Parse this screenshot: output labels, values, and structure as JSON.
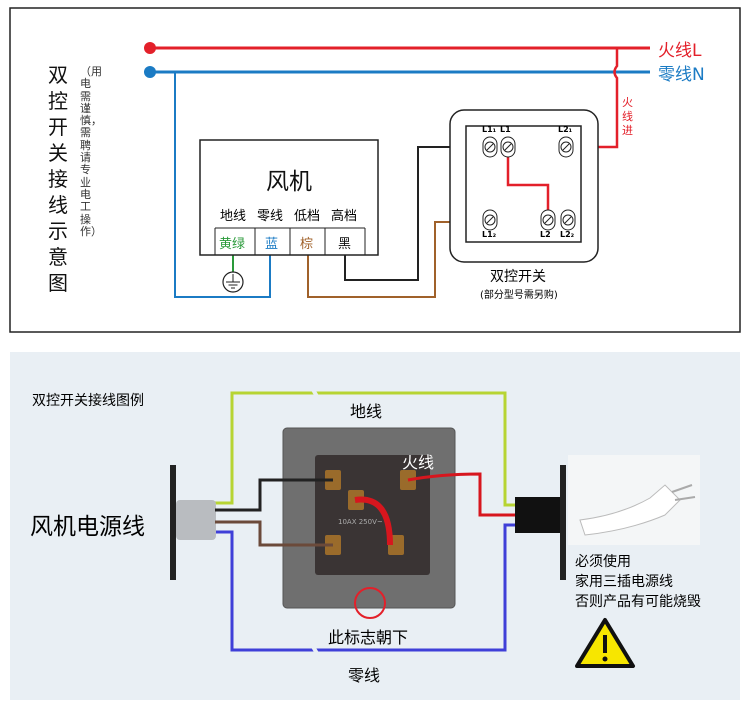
{
  "top": {
    "title": "双控开关接线示意图",
    "note": "（用电需谨慎，需聘请专业电工操作）",
    "live_label": "火线L",
    "neutral_label": "零线N",
    "live_in_label": "火线进",
    "fan": {
      "title": "风机",
      "headers": [
        "地线",
        "零线",
        "低档",
        "高档"
      ],
      "terminals": [
        "黄绿",
        "蓝",
        "棕",
        "黑"
      ]
    },
    "switch": {
      "title": "双控开关",
      "subtitle": "(部分型号需另购)",
      "terminals": [
        "L1₁",
        "L1",
        "L2₁",
        "L1₂",
        "L2",
        "L2₂"
      ]
    }
  },
  "bottom": {
    "title": "双控开关接线图例",
    "fan_cable_label": "风机电源线",
    "earth_label": "地线",
    "live_label": "火线",
    "neutral_label": "零线",
    "orientation_label": "此标志朝下",
    "switch_rating": "10AX 250V~",
    "warning_lines": [
      "必须使用",
      "家用三插电源线",
      "否则产品有可能烧毁"
    ]
  },
  "colors": {
    "live": "#e3202a",
    "neutral": "#1b7bc4",
    "earth": "#2a9a3a",
    "brown": "#a0612a",
    "yellow_green": "#b7d433",
    "wire_blue": "#3f3fd8",
    "panel_bg": "#e9eff4"
  }
}
